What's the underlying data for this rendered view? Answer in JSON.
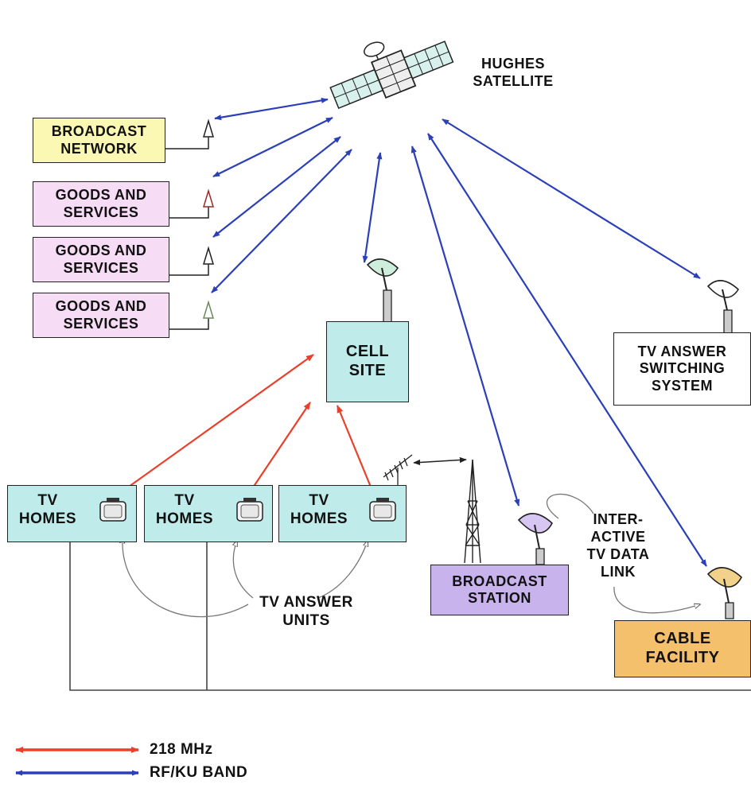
{
  "satellite": {
    "label_lines": [
      "HUGHES",
      "SATELLITE"
    ]
  },
  "sources": [
    {
      "lines": [
        "BROADCAST",
        "NETWORK"
      ],
      "fill": "#fbf8b4"
    },
    {
      "lines": [
        "GOODS AND",
        "SERVICES"
      ],
      "fill": "#f7dcf5"
    },
    {
      "lines": [
        "GOODS AND",
        "SERVICES"
      ],
      "fill": "#f7dcf5"
    },
    {
      "lines": [
        "GOODS AND",
        "SERVICES"
      ],
      "fill": "#f7dcf5"
    }
  ],
  "cell_site": {
    "lines": [
      "CELL",
      "SITE"
    ],
    "fill": "#bfecea"
  },
  "switching": {
    "lines": [
      "TV ANSWER",
      "SWITCHING",
      "SYSTEM"
    ],
    "fill": "#ffffff"
  },
  "homes": [
    {
      "lines": [
        "TV",
        "HOMES"
      ]
    },
    {
      "lines": [
        "TV",
        "HOMES"
      ]
    },
    {
      "lines": [
        "TV",
        "HOMES"
      ]
    }
  ],
  "broadcast_station": {
    "lines": [
      "BROADCAST",
      "STATION"
    ],
    "fill": "#c8b3ec"
  },
  "cable_facility": {
    "lines": [
      "CABLE",
      "FACILITY"
    ],
    "fill": "#f4c06c"
  },
  "answer_units_label": [
    "TV ANSWER",
    "UNITS"
  ],
  "data_link_label": [
    "INTER-",
    "ACTIVE",
    "TV DATA",
    "LINK"
  ],
  "legend": [
    {
      "label": "218 MHz",
      "color": "#e8402a"
    },
    {
      "label": "RF/KU BAND",
      "color": "#2b3fb8"
    }
  ],
  "colors": {
    "red_link": "#e8402a",
    "blue_link": "#2b3fb8",
    "line": "#222222"
  },
  "icons": [
    "satellite-icon",
    "dish-antenna-icon",
    "transmission-tower-icon",
    "tv-set-icon",
    "yagi-antenna-icon"
  ]
}
